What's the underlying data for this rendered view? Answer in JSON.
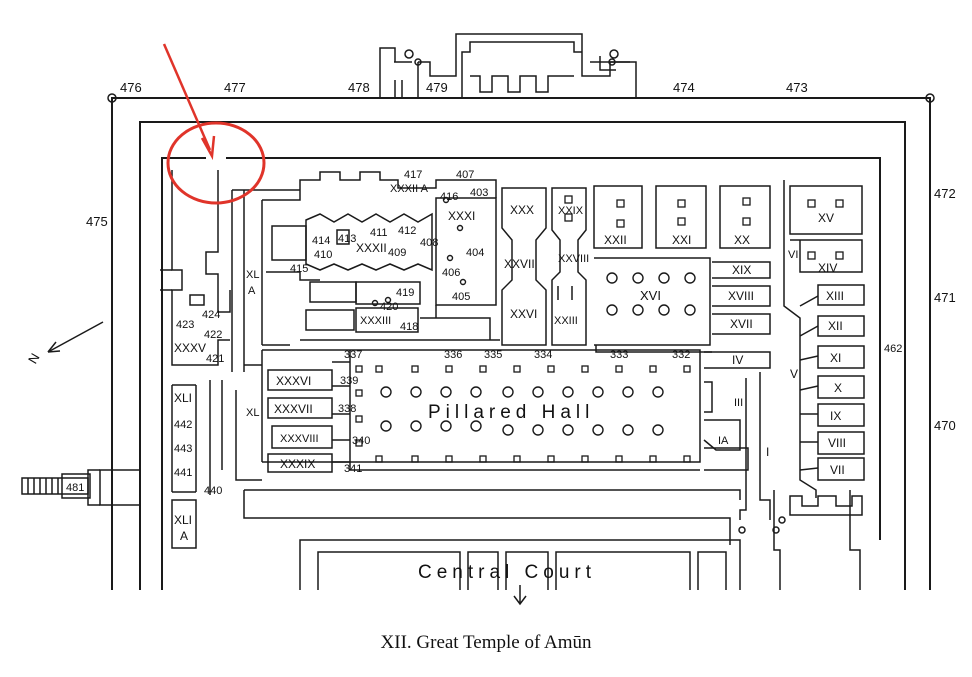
{
  "caption": "XII. Great Temple of Amūn",
  "big_labels": {
    "pillared_hall": "Pillared Hall",
    "central_court": "Central Court"
  },
  "numbers": {
    "n476": "476",
    "n477": "477",
    "n478": "478",
    "n479": "479",
    "n474": "474",
    "n473": "473",
    "n475": "475",
    "n472": "472",
    "n471": "471",
    "n470": "470",
    "n462": "462",
    "n417": "417",
    "n407": "407",
    "n416": "416",
    "n403": "403",
    "n414": "414",
    "n413": "413",
    "n411": "411",
    "n412": "412",
    "n410": "410",
    "n409": "409",
    "n408": "408",
    "n404": "404",
    "n406": "406",
    "n405": "405",
    "n415": "415",
    "n419": "419",
    "n420": "420",
    "n418": "418",
    "n423": "423",
    "n424": "424",
    "n422": "422",
    "n421": "421",
    "n337": "337",
    "n336": "336",
    "n335": "335",
    "n334": "334",
    "n333": "333",
    "n332": "332",
    "n339": "339",
    "n338": "338",
    "n340": "340",
    "n341": "341",
    "n442": "442",
    "n443": "443",
    "n441": "441",
    "n440": "440",
    "n481": "481"
  },
  "rooms": {
    "xxxii_a": "XXXII A",
    "xxxi": "XXXI",
    "xxxii": "XXXII",
    "xxxiii": "XXXIII",
    "xxx": "XXX",
    "xxix": "XXIX",
    "xxvii": "XXVII",
    "xxviii": "XXVIII",
    "xxvi": "XXVI",
    "xxiii": "XXIII",
    "xxii": "XXII",
    "xxi": "XXI",
    "xx": "XX",
    "xvi": "XVI",
    "xix": "XIX",
    "xviii": "XVIII",
    "xvii": "XVII",
    "xv": "XV",
    "vi": "VI",
    "xiv": "XIV",
    "xiii": "XIII",
    "xii": "XII",
    "xi": "XI",
    "x": "X",
    "ix": "IX",
    "viii": "VIII",
    "vii": "VII",
    "iv": "IV",
    "v": "V",
    "iii": "III",
    "ia": "IA",
    "i": "I",
    "xl": "XL",
    "a": "A",
    "xxxv": "XXXV",
    "xl2": "XL",
    "xxxvi": "XXXVI",
    "xxxvii": "XXXVII",
    "xxxviii": "XXXVIII",
    "xxxix": "XXXIX",
    "xli": "XLI",
    "xli_a": "XLI",
    "a2": "A"
  },
  "colors": {
    "ink": "#1a1a1a",
    "annotation": "#e0342a"
  },
  "annotation": {
    "shape": "circle-with-arrow"
  },
  "compass": {
    "letter": "N"
  }
}
